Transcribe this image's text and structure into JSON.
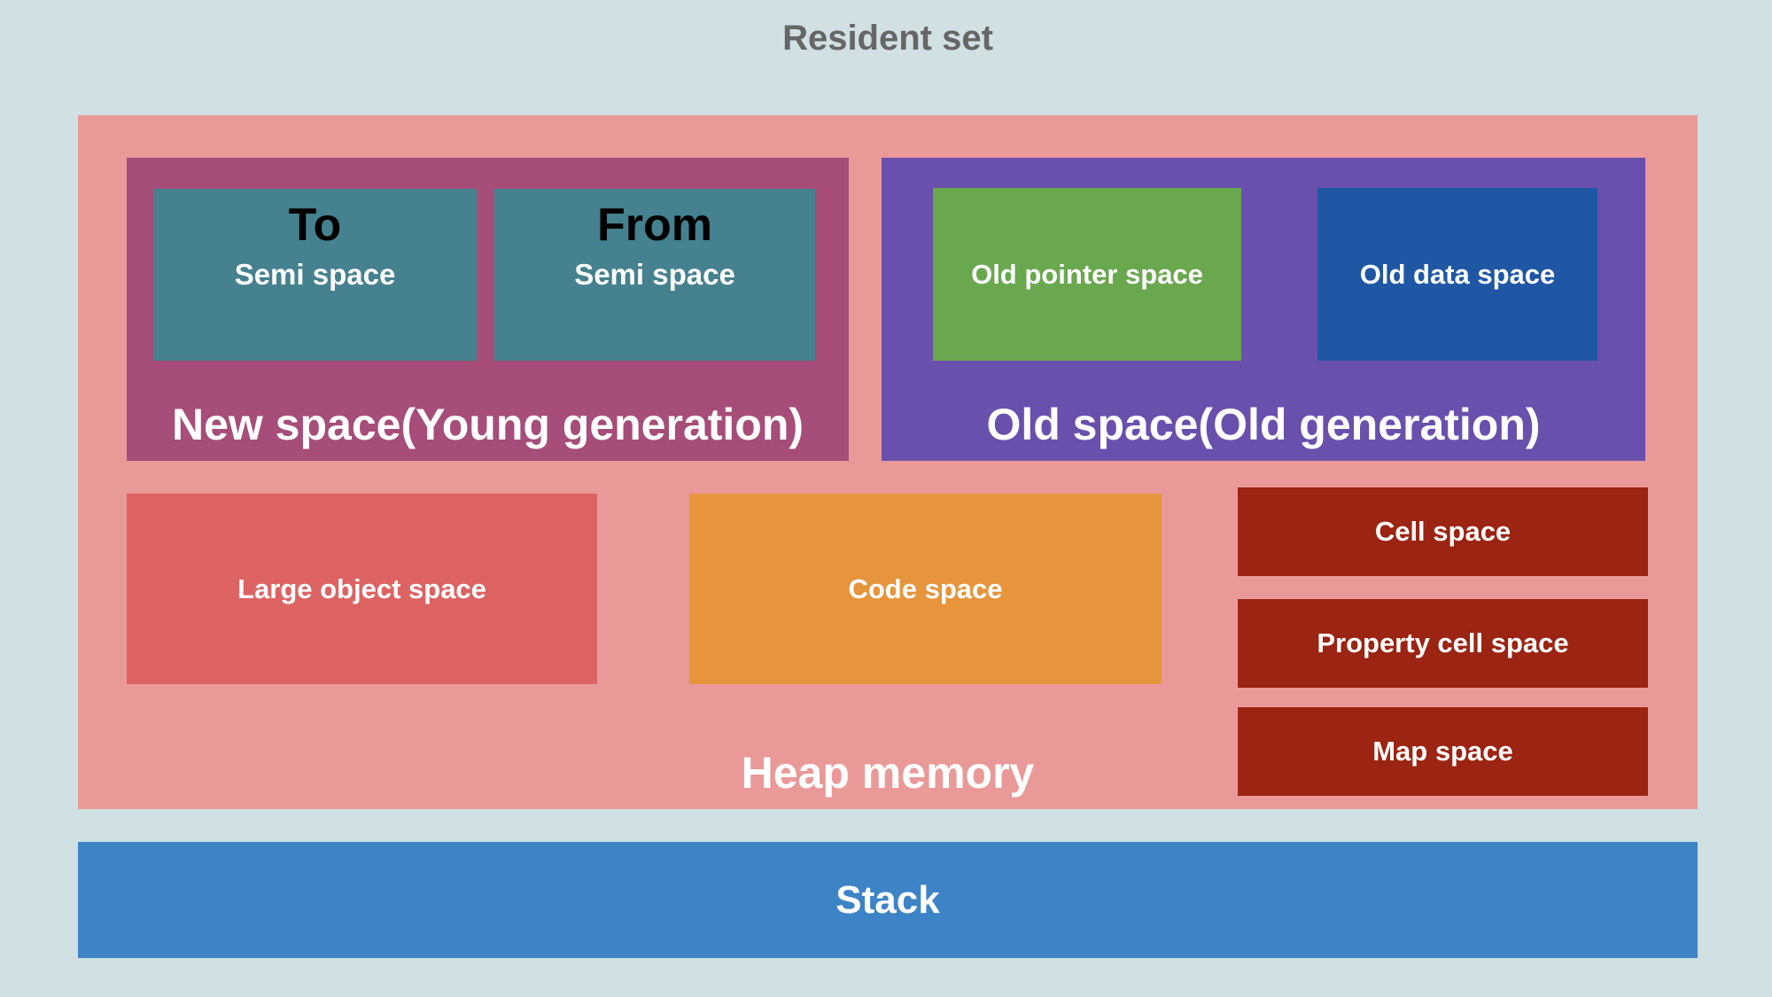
{
  "title": "Resident set",
  "heap": {
    "label": "Heap memory",
    "new_space": {
      "label": "New space(Young generation)",
      "semi_spaces": [
        {
          "name": "To",
          "label": "Semi space"
        },
        {
          "name": "From",
          "label": "Semi space"
        }
      ]
    },
    "old_space": {
      "label": "Old space(Old generation)",
      "old_pointer_space": {
        "label": "Old pointer space"
      },
      "old_data_space": {
        "label": "Old data space"
      }
    },
    "large_object_space": {
      "label": "Large object space"
    },
    "code_space": {
      "label": "Code space"
    },
    "cell_spaces": [
      {
        "label": "Cell space"
      },
      {
        "label": "Property cell space"
      },
      {
        "label": "Map space"
      }
    ]
  },
  "stack": {
    "label": "Stack"
  },
  "colors": {
    "background": "#d0e0e3",
    "heap": "#ea9999",
    "new_space": "#a64d79",
    "semi_space": "#45818e",
    "old_space": "#6950ad",
    "old_pointer_space": "#6aa84f",
    "old_data_space": "#1f57a4",
    "large_object_space": "#dd6363",
    "code_space": "#e6953c",
    "cell_space": "#9c2412",
    "stack": "#3d84c6",
    "title_text": "#666666",
    "label_text": "#ffffff",
    "semi_space_title_text": "#000000"
  }
}
